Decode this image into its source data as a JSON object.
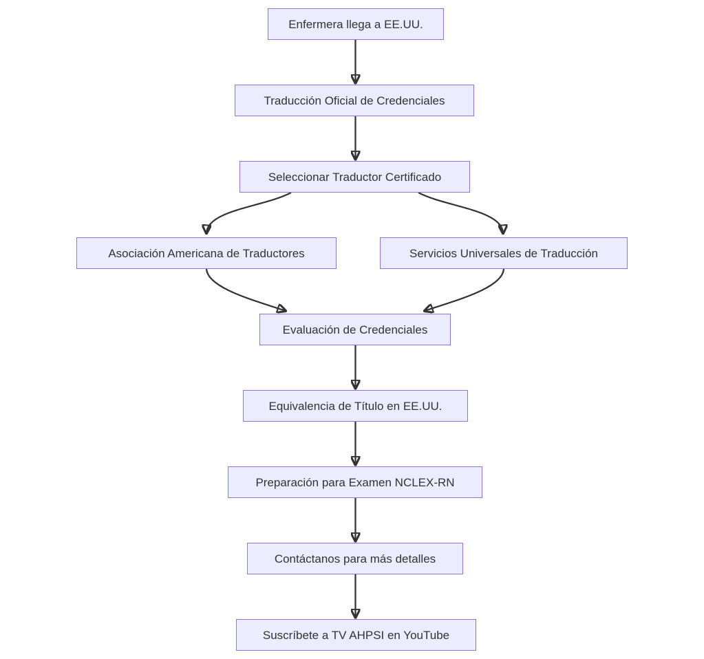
{
  "diagram": {
    "type": "flowchart",
    "direction": "top-down",
    "colors": {
      "background": "#ffffff",
      "node_fill": "#ECECFF",
      "node_border": "#9370DB",
      "edge": "#333333",
      "text": "#333333"
    },
    "nodes": [
      {
        "label": "Enfermera llega a EE.UU."
      },
      {
        "label": "Traducción Oficial de Credenciales"
      },
      {
        "label": "Seleccionar Traductor Certificado"
      },
      {
        "label": "Asociación Americana de Traductores"
      },
      {
        "label": "Servicios Universales de Traducción"
      },
      {
        "label": "Evaluación de Credenciales"
      },
      {
        "label": "Equivalencia de Título en EE.UU."
      },
      {
        "label": "Preparación para Examen NCLEX-RN"
      },
      {
        "label": "Contáctanos para más detalles"
      },
      {
        "label": "Suscríbete a TV AHPSI en YouTube"
      }
    ],
    "edges": [
      {
        "from": 0,
        "to": 1
      },
      {
        "from": 1,
        "to": 2
      },
      {
        "from": 2,
        "to": 3
      },
      {
        "from": 2,
        "to": 4
      },
      {
        "from": 3,
        "to": 5
      },
      {
        "from": 4,
        "to": 5
      },
      {
        "from": 5,
        "to": 6
      },
      {
        "from": 6,
        "to": 7
      },
      {
        "from": 7,
        "to": 8
      },
      {
        "from": 8,
        "to": 9
      }
    ]
  }
}
